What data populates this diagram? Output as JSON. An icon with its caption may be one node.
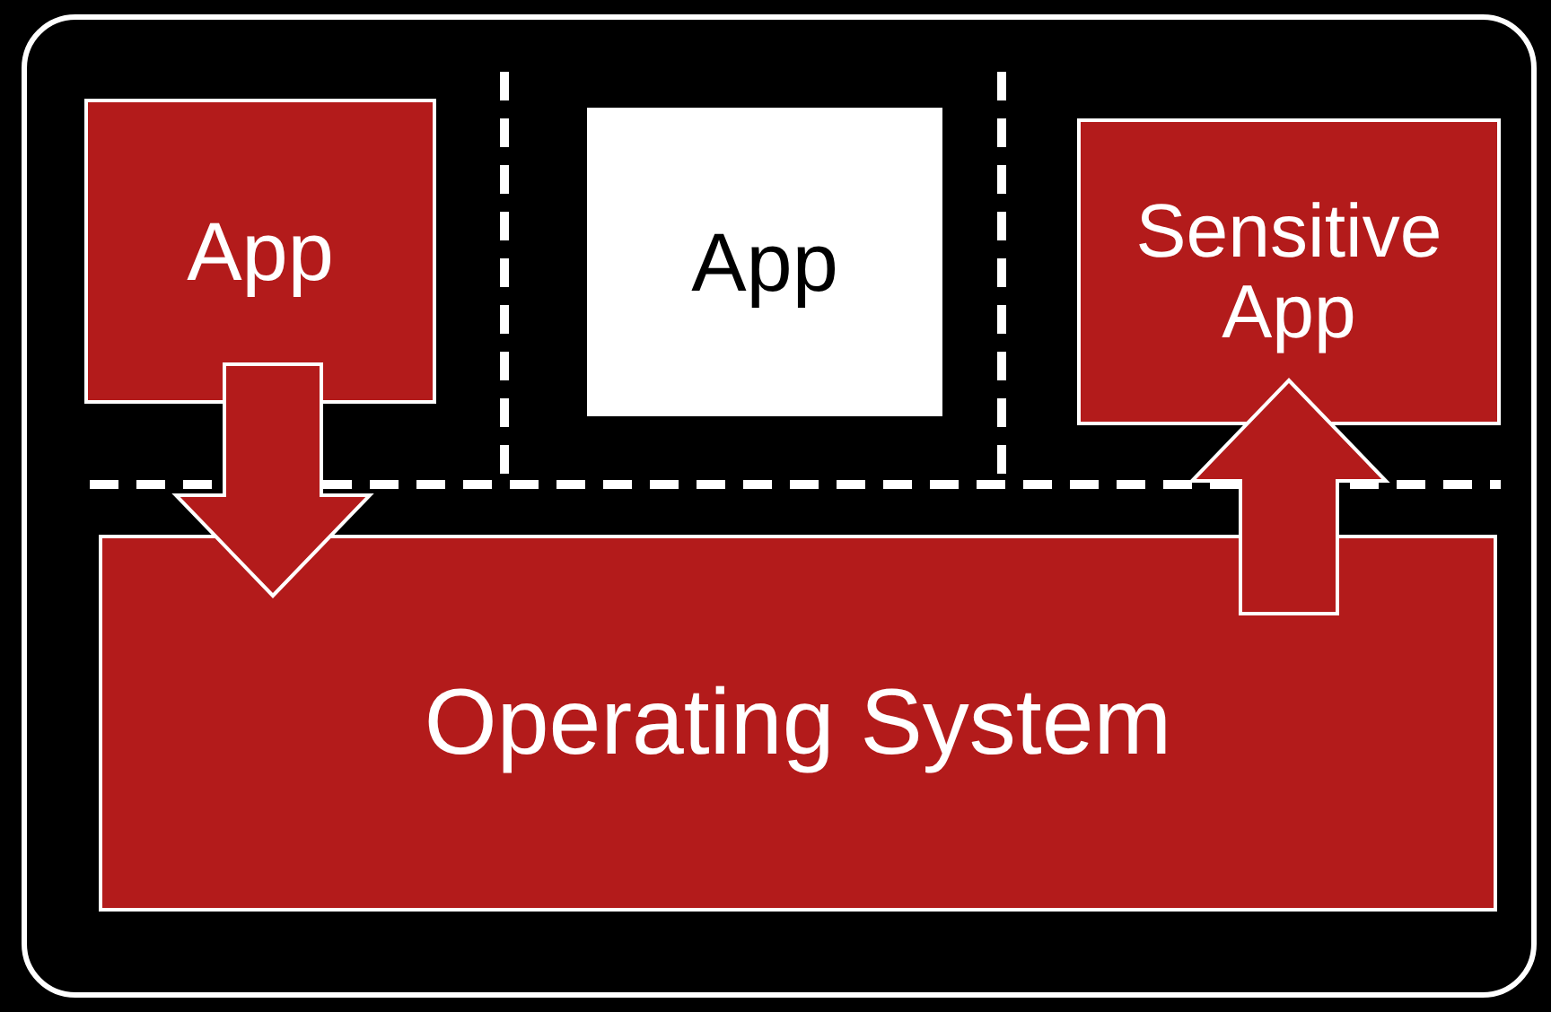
{
  "diagram": {
    "nodes": [
      {
        "text": [
          "App"
        ]
      },
      {
        "text": [
          "App"
        ]
      },
      {
        "text": [
          "Sensitive App"
        ]
      },
      {
        "text": [
          "Operating System"
        ]
      }
    ],
    "edges": [
      {
        "from": 0,
        "to": 3,
        "arrow": "to"
      },
      {
        "from": 3,
        "to": 2,
        "arrow": "to"
      }
    ]
  }
}
